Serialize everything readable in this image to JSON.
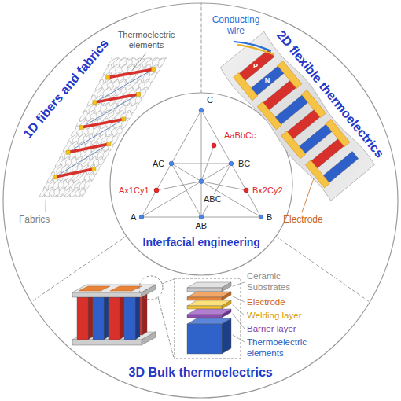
{
  "diagram": {
    "nodes": [
      {
        "text": [
          "1D fibers and fabrics"
        ]
      },
      {
        "text": [
          "2D flexible thermoelectrics"
        ]
      },
      {
        "text": [
          "Interfacial engineering"
        ]
      },
      {
        "text": [
          "3D Bulk thermoelectrics"
        ]
      }
    ],
    "labels": [
      "Thermoelectric elements",
      "Fabrics",
      "Conducting wire",
      "P",
      "N",
      "Electrode",
      "C",
      "AC",
      "AaBbCc",
      "BC",
      "Ax1Cy1",
      "ABC",
      "Bx2Cy2",
      "A",
      "AB",
      "B",
      "Ceramic Substrates",
      "Electrode",
      "Welding layer",
      "Barrier layer",
      "Thermoelectric elements"
    ]
  }
}
